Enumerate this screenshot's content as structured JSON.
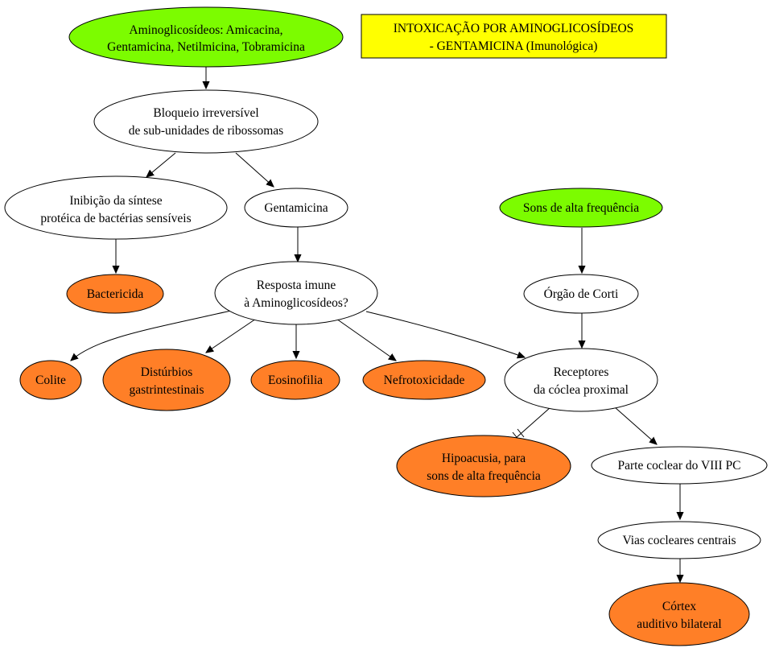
{
  "colors": {
    "root": "#7cfc00",
    "effect": "#ff7f27",
    "plain": "#ffffff",
    "title_box": "#ffff00"
  },
  "title": {
    "line1": "INTOXICAÇÃO POR AMINOGLICOSÍDEOS",
    "line2": "- GENTAMICINA (Imunológica)"
  },
  "nodes": {
    "aminoglicosideos": {
      "line1": "Aminoglicosídeos: Amicacina,",
      "line2": "Gentamicina, Netilmicina, Tobramicina"
    },
    "bloqueio": {
      "line1": "Bloqueio irreversível",
      "line2": "de sub-unidades de ribossomas"
    },
    "inibicao": {
      "line1": "Inibição da síntese",
      "line2": "protéica de bactérias sensíveis"
    },
    "gentamicina": {
      "line1": "Gentamicina"
    },
    "bactericida": {
      "line1": "Bactericida"
    },
    "resposta": {
      "line1": "Resposta imune",
      "line2": "à Aminoglicosídeos?"
    },
    "colite": {
      "line1": "Colite"
    },
    "disturbios": {
      "line1": "Distúrbios",
      "line2": "gastrintestinais"
    },
    "eosinofilia": {
      "line1": "Eosinofilia"
    },
    "nefrotoxicidade": {
      "line1": "Nefrotoxicidade"
    },
    "sons": {
      "line1": "Sons de alta frequência"
    },
    "corti": {
      "line1": "Órgão de Corti"
    },
    "receptores": {
      "line1": "Receptores",
      "line2": "da cóclea proximal"
    },
    "hipoacusia": {
      "line1": "Hipoacusia, para",
      "line2": "sons de alta frequência"
    },
    "parte_coclear": {
      "line1": "Parte coclear do VIII PC"
    },
    "vias": {
      "line1": "Vias cocleares centrais"
    },
    "cortex": {
      "line1": "Córtex",
      "line2": "auditivo bilateral"
    }
  }
}
